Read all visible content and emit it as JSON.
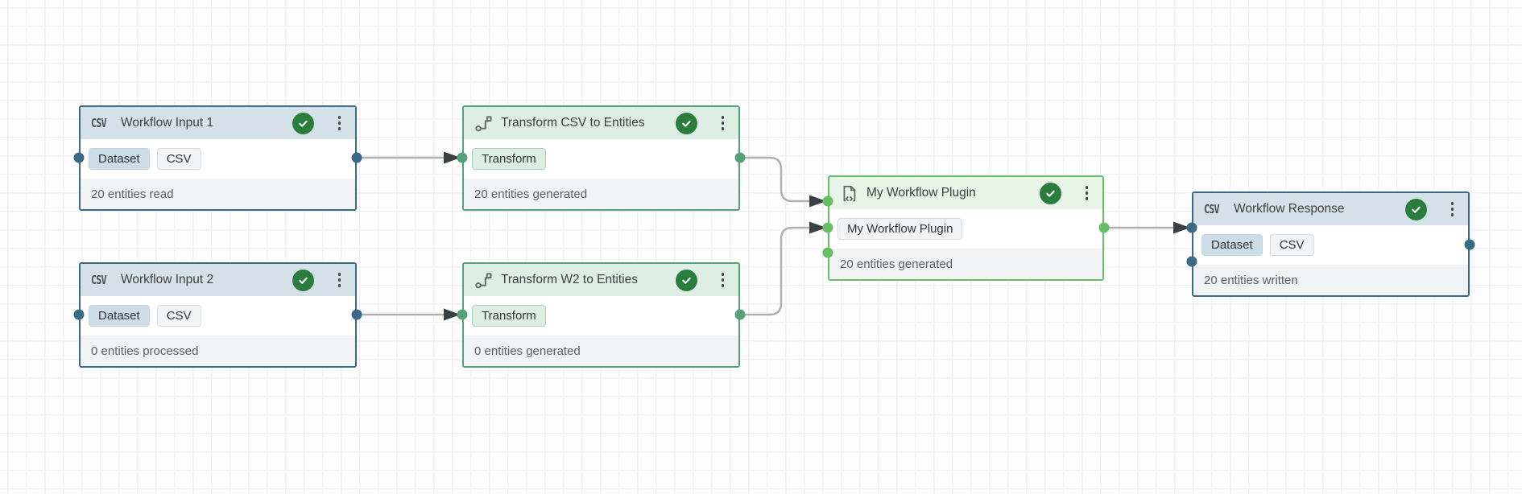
{
  "app": {
    "view": "workflow-graph-canvas"
  },
  "nodes": [
    {
      "id": "workflow-input-1",
      "type": "dataset",
      "icon": "csv-file-icon",
      "icon_text": "CSV",
      "title": "Workflow Input 1",
      "badges": [
        "Dataset",
        "CSV"
      ],
      "status": "20 entities read",
      "state": "success"
    },
    {
      "id": "workflow-input-2",
      "type": "dataset",
      "icon": "csv-file-icon",
      "icon_text": "CSV",
      "title": "Workflow Input 2",
      "badges": [
        "Dataset",
        "CSV"
      ],
      "status": "0 entities processed",
      "state": "success"
    },
    {
      "id": "transform-csv-to-entities",
      "type": "transform",
      "icon": "transform-icon",
      "title": "Transform CSV to Entities",
      "badges": [
        "Transform"
      ],
      "status": "20 entities generated",
      "state": "success"
    },
    {
      "id": "transform-w2-to-entities",
      "type": "transform",
      "icon": "transform-icon",
      "title": "Transform W2 to Entities",
      "badges": [
        "Transform"
      ],
      "status": "0 entities generated",
      "state": "success"
    },
    {
      "id": "my-workflow-plugin",
      "type": "plugin",
      "icon": "file-code-icon",
      "title": "My Workflow Plugin",
      "badges": [
        "My Workflow Plugin"
      ],
      "status": "20 entities generated",
      "state": "success"
    },
    {
      "id": "workflow-response",
      "type": "dataset",
      "icon": "csv-file-icon",
      "icon_text": "CSV",
      "title": "Workflow Response",
      "badges": [
        "Dataset",
        "CSV"
      ],
      "status": "20 entities written",
      "state": "success"
    }
  ],
  "edges": [
    {
      "from": "workflow-input-1",
      "to": "transform-csv-to-entities"
    },
    {
      "from": "workflow-input-2",
      "to": "transform-w2-to-entities"
    },
    {
      "from": "transform-csv-to-entities",
      "to": "my-workflow-plugin"
    },
    {
      "from": "transform-w2-to-entities",
      "to": "my-workflow-plugin"
    },
    {
      "from": "my-workflow-plugin",
      "to": "workflow-response"
    }
  ],
  "colors": {
    "dataset_border": "#3a6a85",
    "dataset_header_bg": "#d5e1e8",
    "transform_border": "#55a17c",
    "transform_header_bg": "#ddefe4",
    "plugin_border": "#69bd68",
    "plugin_header_bg": "#e7f4e6",
    "success_check_bg": "#2b7d3e",
    "footer_bg": "#f1f3f4",
    "edge_line": "#b1b1b1",
    "edge_arrow": "#3b4043",
    "grid_line": "#f3f1f2",
    "canvas_bg": "#fdfdfd"
  }
}
